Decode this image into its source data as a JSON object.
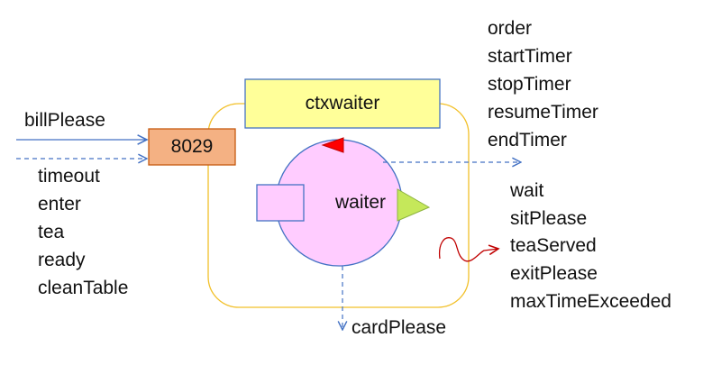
{
  "context_box": {
    "label": "ctxwaiter"
  },
  "port": {
    "label": "8029"
  },
  "actor": {
    "label": "waiter"
  },
  "incoming": {
    "primary": "billPlease",
    "events": [
      "timeout",
      "enter",
      "tea",
      "ready",
      "cleanTable"
    ]
  },
  "outgoing_top": {
    "events": [
      "order",
      "startTimer",
      "stopTimer",
      "resumeTimer",
      "endTimer"
    ]
  },
  "outgoing_right": {
    "events": [
      "wait",
      "sitPlease",
      "teaServed",
      "exitPlease",
      "maxTimeExceeded"
    ]
  },
  "outgoing_bottom": {
    "label": "cardPlease"
  },
  "colors": {
    "context_fill": "#ffff99",
    "context_stroke": "#4472c4",
    "port_fill": "#f4b183",
    "port_stroke": "#c55a11",
    "actor_fill": "#ffccff",
    "actor_stroke": "#4472c4",
    "container_stroke": "#f2c029",
    "arrow": "#4472c4",
    "red_marker": "#ff0000",
    "green_marker": "#c5e85a",
    "squiggle": "#c00000"
  }
}
